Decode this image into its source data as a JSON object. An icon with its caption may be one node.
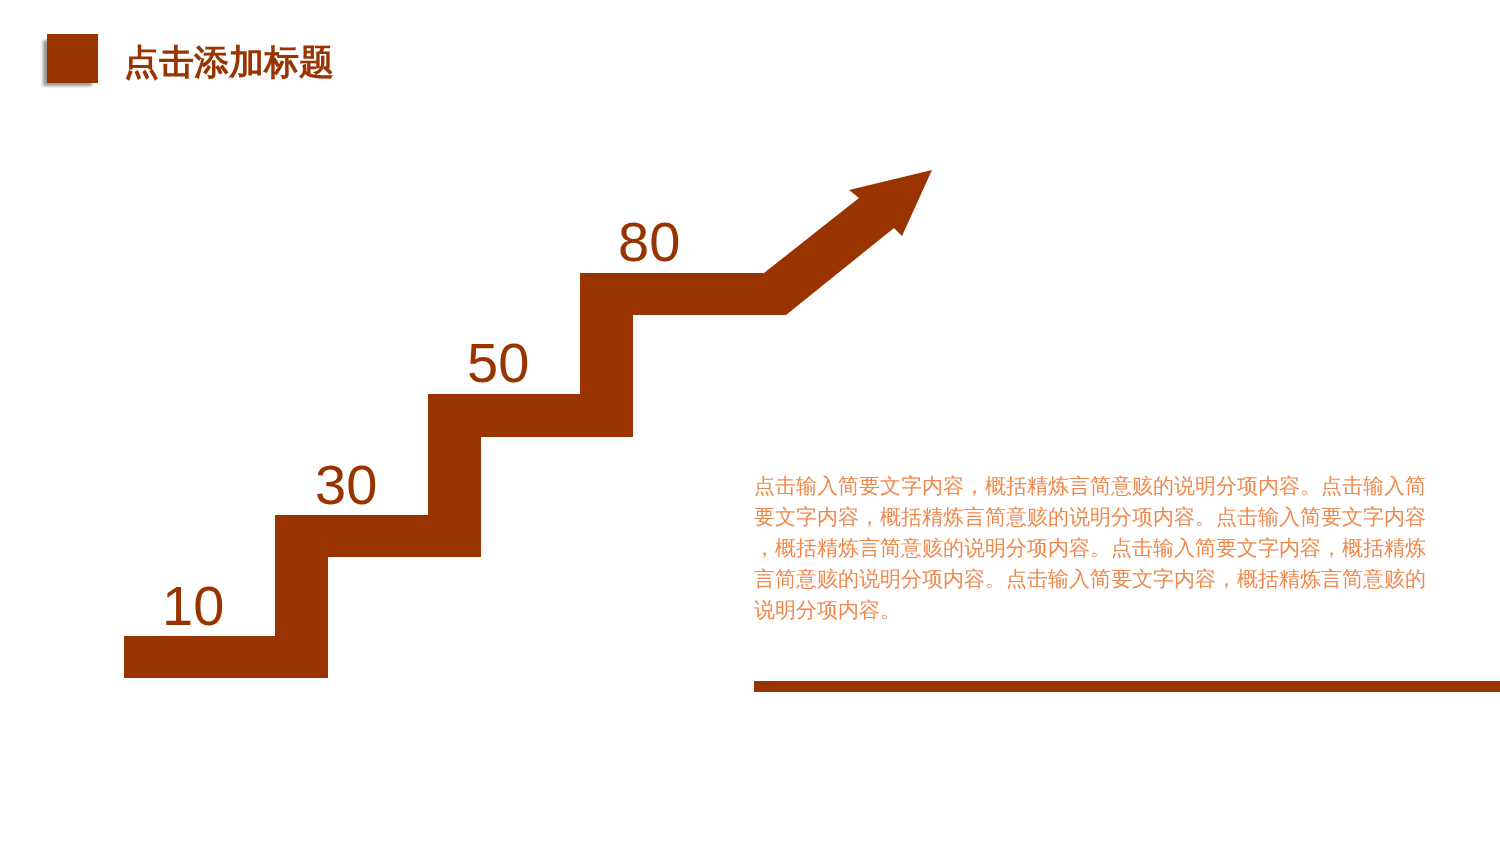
{
  "diagram": {
    "title": "点击添加标题",
    "labels": [
      "10",
      "30",
      "50",
      "80",
      "点击输入简要文字内容，概括精炼言简意赅的说明分项内容。点击输入简要文字内容，概括精炼言简意赅的说明分项内容。点击输入简要文字内容，概括精炼言简意赅的说明分项内容。点击输入简要文字内容，概括精炼言简意赅的说明分项内容。点击输入简要文字内容，概括精炼言简意赅的说明分项内容。"
    ]
  }
}
